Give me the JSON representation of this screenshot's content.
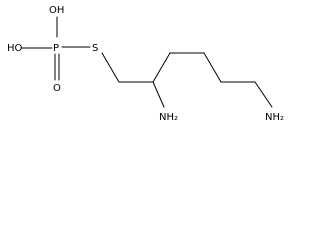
{
  "molecule": {
    "atoms": {
      "oh_top": "OH",
      "ho_left": "HO",
      "phosphorus": "P",
      "oxygen_double": "O",
      "sulfur": "S",
      "amine_secondary": "NH₂",
      "amine_terminal": "NH₂"
    }
  }
}
